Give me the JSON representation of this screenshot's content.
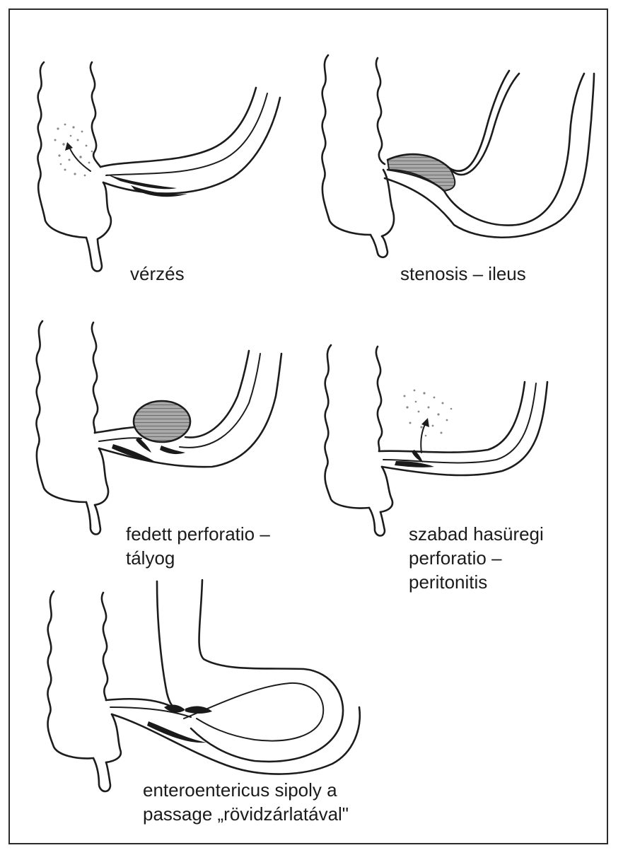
{
  "panels": [
    {
      "id": "bleeding",
      "caption": "vérzés"
    },
    {
      "id": "stenosis",
      "caption": "stenosis – ileus"
    },
    {
      "id": "covered-perforation",
      "caption": "fedett perforatio –\ntályog"
    },
    {
      "id": "free-perforation",
      "caption": "szabad hasüregi\nperforatio –\nperitonitis"
    },
    {
      "id": "entero-fistula",
      "caption": "enteroentericus sipoly a\npassage „rövidzárlatával\""
    }
  ],
  "colors": {
    "line": "#1c1c1c",
    "fistula": "#1a1a1a",
    "stenosis_fill": "#b7b7b7",
    "abscess_fill": "#8c8c8c",
    "spray_dots": "#7a7a7a"
  }
}
